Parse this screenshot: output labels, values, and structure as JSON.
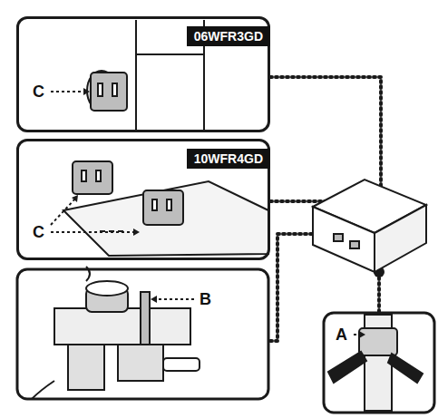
{
  "diagram": {
    "nodes": [
      {
        "text": [
          "06WFR3GD"
        ]
      },
      {
        "text": [
          "10WFR4GD"
        ]
      }
    ],
    "labels": [
      "C",
      "C",
      "B",
      "A"
    ]
  }
}
